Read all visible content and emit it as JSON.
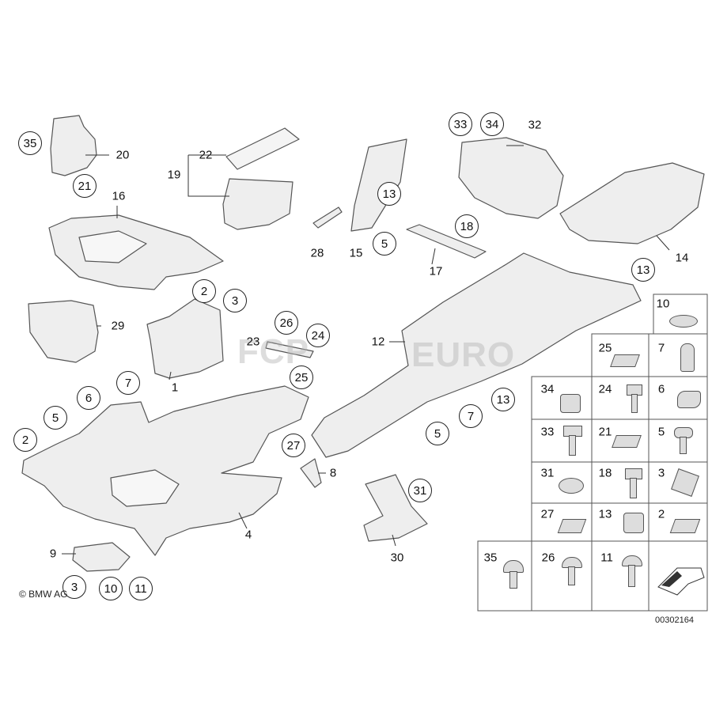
{
  "colors": {
    "part_fill": "#eeeeee",
    "part_stroke": "#555555",
    "label": "#111111"
  },
  "copyright": "© BMW AG",
  "diagram_id": "00302164",
  "watermark": {
    "left": "FCP",
    "right": "EURO"
  },
  "callouts": {
    "c35": "35",
    "c21": "21",
    "c16": "16",
    "c19": "19",
    "c22": "22",
    "c20": "20",
    "c2a": "2",
    "c3a": "3",
    "c29": "29",
    "c1": "1",
    "c7a": "7",
    "c6a": "6",
    "c5a": "5",
    "c2b": "2",
    "c4": "4",
    "c9": "9",
    "c3b": "3",
    "c10a": "10",
    "c11a": "11",
    "c28": "28",
    "c15": "15",
    "c13a": "13",
    "c5b": "5",
    "c17": "17",
    "c18a": "18",
    "c33a": "33",
    "c34a": "34",
    "c32": "32",
    "c14": "14",
    "c13b": "13",
    "c26a": "26",
    "c24a": "24",
    "c23": "23",
    "c25a": "25",
    "c12": "12",
    "c27a": "27",
    "c8": "8",
    "c31a": "31",
    "c30": "30",
    "c13c": "13",
    "c7b": "7",
    "c5c": "5"
  },
  "parts_grid": [
    {
      "number": "10",
      "icon": "washer-icon"
    },
    {
      "number": "25",
      "icon": "clip-nut-icon"
    },
    {
      "number": "7",
      "icon": "expanding-rivet-icon"
    },
    {
      "number": "34",
      "icon": "collar-nut-icon"
    },
    {
      "number": "24",
      "icon": "hex-bolt-icon"
    },
    {
      "number": "6",
      "icon": "clip-icon"
    },
    {
      "number": "33",
      "icon": "flange-bolt-icon"
    },
    {
      "number": "21",
      "icon": "spring-nut-icon"
    },
    {
      "number": "5",
      "icon": "screw-icon"
    },
    {
      "number": "31",
      "icon": "flange-nut-icon"
    },
    {
      "number": "18",
      "icon": "hex-bolt-icon"
    },
    {
      "number": "3",
      "icon": "spring-clip-icon"
    },
    {
      "number": "27",
      "icon": "clip-nut-icon"
    },
    {
      "number": "13",
      "icon": "hex-nut-icon"
    },
    {
      "number": "2",
      "icon": "clip-nut-icon"
    },
    {
      "number": "35",
      "icon": "push-rivet-icon"
    },
    {
      "number": "26",
      "icon": "oval-head-screw-icon"
    },
    {
      "number": "11",
      "icon": "torx-screw-icon"
    }
  ]
}
